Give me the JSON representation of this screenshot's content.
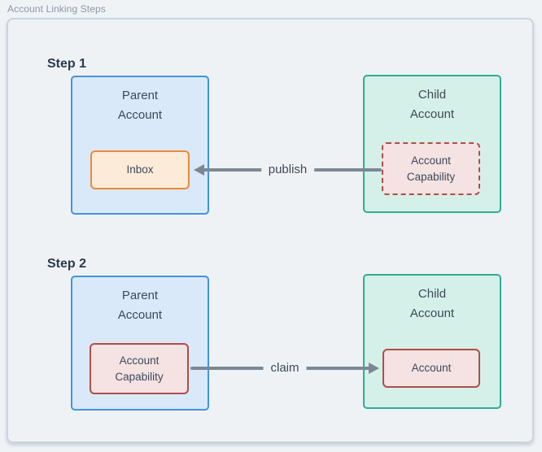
{
  "frame_label": "Account Linking Steps",
  "diagram": {
    "type": "flow-diagram",
    "steps": [
      {
        "heading": "Step 1",
        "parent_account": {
          "title_lines": [
            "Parent",
            "Account"
          ],
          "inner_label": "Inbox",
          "inner_style": "orange-solid"
        },
        "child_account": {
          "title_lines": [
            "Child",
            "Account"
          ],
          "inner_label": "Account Capability",
          "inner_style": "red-dashed"
        },
        "arrow": {
          "label": "publish",
          "direction": "right-to-left"
        }
      },
      {
        "heading": "Step 2",
        "parent_account": {
          "title_lines": [
            "Parent",
            "Account"
          ],
          "inner_label": "Account Capability",
          "inner_style": "red-solid"
        },
        "child_account": {
          "title_lines": [
            "Child",
            "Account"
          ],
          "inner_label": "Account",
          "inner_style": "red-solid"
        },
        "arrow": {
          "label": "claim",
          "direction": "left-to-right"
        }
      }
    ]
  },
  "colors": {
    "page_background": "#f0f3f6",
    "panel_background": "#eff2f5",
    "panel_border": "#ccd5de",
    "parent_fill": "#d9e9f9",
    "parent_border": "#4294dd",
    "child_fill": "#d5f0e8",
    "child_border": "#2fae94",
    "inbox_fill": "#fdebd9",
    "inbox_border": "#ea8a3c",
    "capability_fill": "#f5e2e2",
    "capability_border": "#ad4f49",
    "arrow": "#7b8894",
    "heading_text": "#2a3b4d",
    "body_text": "#3c4a59",
    "frame_label_text": "#8d97a5"
  }
}
